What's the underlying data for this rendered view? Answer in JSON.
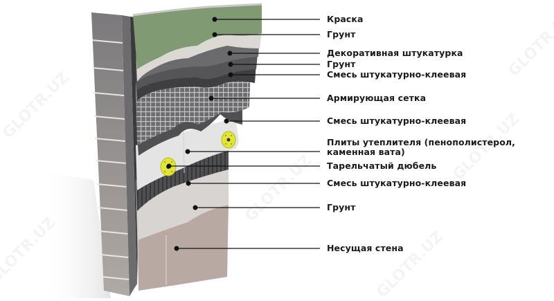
{
  "diagram": {
    "type": "layered wall cross-section",
    "watermark": "GLOTR.UZ",
    "colors": {
      "paint": "#7f9a72",
      "primer_top": "#d9d6d2",
      "decor_plaster": "#5a5a5c",
      "adhesive": "#4a4a4c",
      "mesh": "#8a8a8c",
      "insulation": "#e6e6e6",
      "dowel": "#e4e634",
      "bearing_wall": "#8c8a8c",
      "leader_line": "#111111"
    },
    "labels": [
      {
        "id": "paint",
        "text": "Краска"
      },
      {
        "id": "primer-1",
        "text": "Грунт"
      },
      {
        "id": "decorative-plaster",
        "text": "Декоративная штукатурка"
      },
      {
        "id": "primer-2",
        "text": "Грунт"
      },
      {
        "id": "adhesive-1",
        "text": "Смесь штукатурно-клеевая"
      },
      {
        "id": "reinforcing-mesh",
        "text": "Армирующая сетка"
      },
      {
        "id": "adhesive-2",
        "text": "Смесь штукатурно-клеевая"
      },
      {
        "id": "insulation-line1",
        "text": "Плиты утеплителя (пенополистерол,"
      },
      {
        "id": "insulation-line2",
        "text": "каменная вата)"
      },
      {
        "id": "dowel",
        "text": "Тарельчатый дюбель"
      },
      {
        "id": "adhesive-3",
        "text": "Смесь штукатурно-клеевая"
      },
      {
        "id": "primer-3",
        "text": "Грунт"
      },
      {
        "id": "bearing-wall",
        "text": "Несущая стена"
      }
    ]
  }
}
